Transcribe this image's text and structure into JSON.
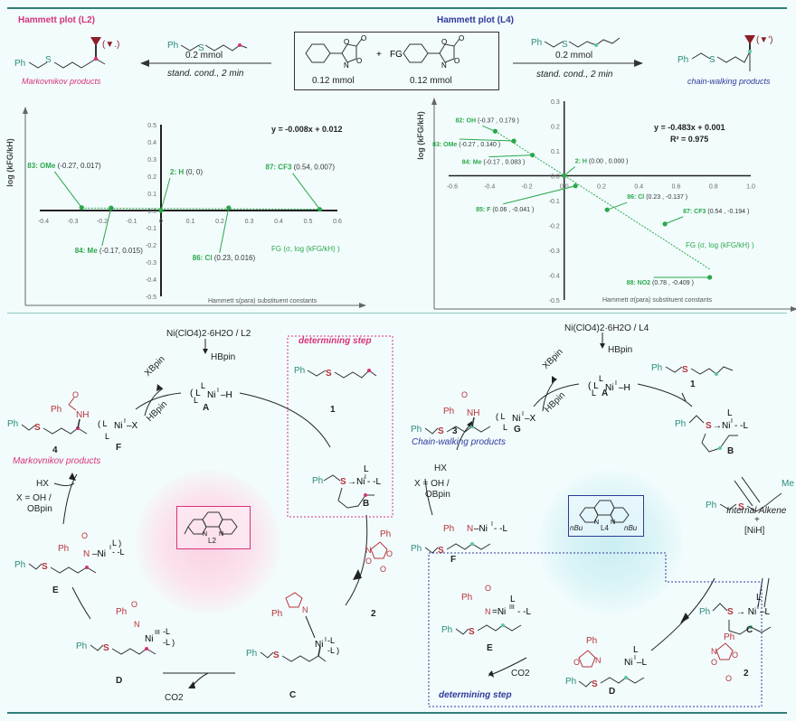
{
  "top_section": {
    "left_title": "Hammett plot (L2)",
    "right_title": "Hammett plot (L4)",
    "left_product_label": "Markovnikov products",
    "right_product_label": "chain-walking products",
    "substrate_amount_left": "0.2 mmol",
    "substrate_amount_right": "0.2 mmol",
    "conditions_left": "stand. cond., 2 min",
    "conditions_right": "stand. cond., 2 min",
    "reagent_box": {
      "left_amount": "0.12 mmol",
      "right_amount": "0.12 mmol",
      "plus": "+",
      "fg_label": "FG"
    },
    "ph": "Ph",
    "s": "S",
    "marker_left": "(▼.)",
    "marker_right": "(▼')"
  },
  "chart_data": [
    {
      "type": "scatter",
      "title": "Hammett plot (L2)",
      "xlabel": "Hammett s(para) substituent constants",
      "ylabel": "log (kFG/kH)",
      "xlim": [
        -0.4,
        0.6
      ],
      "ylim": [
        -0.5,
        0.5
      ],
      "x_ticks": [
        "-0.4",
        "-0.3",
        "-0.2",
        "-0.1",
        "0",
        "0.1",
        "0.2",
        "0.3",
        "0.4",
        "0.5",
        "0.6"
      ],
      "y_ticks": [
        "0.5",
        "0.4",
        "0.3",
        "0.2",
        "0.1",
        "0.0",
        "-0.1",
        "-0.2",
        "-0.3",
        "-0.4",
        "-0.5"
      ],
      "equation": "y = -0.008x + 0.012",
      "fit": {
        "slope": -0.008,
        "intercept": 0.012
      },
      "legend_text": "FG (σ, log (kFG/kH) )",
      "points": [
        {
          "id": "83",
          "fg": "OMe",
          "x": -0.27,
          "y": 0.017,
          "label": "83: OMe",
          "coords": "(-0.27, 0.017)"
        },
        {
          "id": "84",
          "fg": "Me",
          "x": -0.17,
          "y": 0.015,
          "label": "84: Me",
          "coords": "(-0.17, 0.015)"
        },
        {
          "id": "2",
          "fg": "H",
          "x": 0,
          "y": 0,
          "label": "2: H",
          "coords": "(0, 0)"
        },
        {
          "id": "86",
          "fg": "Cl",
          "x": 0.23,
          "y": 0.016,
          "label": "86: Cl",
          "coords": "(0.23, 0.016)"
        },
        {
          "id": "87",
          "fg": "CF3",
          "x": 0.54,
          "y": 0.007,
          "label": "87: CF3",
          "coords": "(0.54, 0.007)"
        }
      ]
    },
    {
      "type": "scatter",
      "title": "Hammett plot (L4)",
      "xlabel": "Hammett σ(para) substituent constants",
      "ylabel": "log (kFG/kH)",
      "xlim": [
        -0.6,
        1.0
      ],
      "ylim": [
        -0.5,
        0.3
      ],
      "x_ticks": [
        "-0.6",
        "-0.4",
        "-0.2",
        "0.0",
        "0.2",
        "0.4",
        "0.6",
        "0.8",
        "1.0"
      ],
      "y_ticks": [
        "0.3",
        "0.2",
        "0.1",
        "0.0",
        "-0.1",
        "-0.2",
        "-0.3",
        "-0.4",
        "-0.5"
      ],
      "equation": "y = -0.483x + 0.001",
      "r2": "R² = 0.975",
      "fit": {
        "slope": -0.483,
        "intercept": 0.001
      },
      "legend_text": "FG (σ, log (kFG/kH) )",
      "points": [
        {
          "id": "82",
          "fg": "OH",
          "x": -0.37,
          "y": 0.179,
          "label": "82: OH",
          "coords": "(-0.37 , 0.179 )"
        },
        {
          "id": "83",
          "fg": "OMe",
          "x": -0.27,
          "y": 0.14,
          "label": "83: OMe",
          "coords": "(-0.27 , 0.140 )"
        },
        {
          "id": "84",
          "fg": "Me",
          "x": -0.17,
          "y": 0.083,
          "label": "84: Me",
          "coords": "(-0.17 , 0.083 )"
        },
        {
          "id": "2",
          "fg": "H",
          "x": 0.0,
          "y": 0.0,
          "label": "2: H",
          "coords": "(0.00 , 0.000 )"
        },
        {
          "id": "85",
          "fg": "F",
          "x": 0.06,
          "y": -0.041,
          "label": "85: F",
          "coords": "(0.06 , -0.041 )"
        },
        {
          "id": "86",
          "fg": "Cl",
          "x": 0.23,
          "y": -0.137,
          "label": "86: Cl",
          "coords": "(0.23 , -0.137 )"
        },
        {
          "id": "87",
          "fg": "CF3",
          "x": 0.54,
          "y": -0.194,
          "label": "87: CF3",
          "coords": "(0.54 , -0.194 )"
        },
        {
          "id": "88",
          "fg": "NO2",
          "x": 0.78,
          "y": -0.409,
          "label": "88: NO2",
          "coords": "(0.78 , -0.409 )"
        }
      ]
    }
  ],
  "cycle_left": {
    "precatalyst": "Ni(ClO4)2·6H2O / L2",
    "hbpin": "HBpin",
    "xbpin": "XBpin",
    "hbpin2": "HBpin",
    "A": "A",
    "B": "B",
    "C": "C",
    "D": "D",
    "E": "E",
    "F": "F",
    "substrate_num": "1",
    "reagent_num": "2",
    "product_num": "4",
    "product_label": "Markovnikov products",
    "determining_step": "determining step",
    "hx": "HX",
    "x_def": "X = OH /",
    "x_def2": "OBpin",
    "co2": "CO2",
    "ligand": "L2",
    "nih": "Ni",
    "ni_x": "Ni"
  },
  "cycle_right": {
    "precatalyst": "Ni(ClO4)2·6H2O / L4",
    "hbpin": "HBpin",
    "xbpin": "XBpin",
    "hbpin2": "HBpin",
    "A": "A",
    "B": "B",
    "C": "C",
    "D": "D",
    "E": "E",
    "F": "F",
    "G": "G",
    "substrate_num": "1",
    "reagent_num": "2",
    "product_num": "3",
    "product_label": "Chain-walking products",
    "determining_step": "determining step",
    "hx": "HX",
    "x_def": "X = OH /",
    "x_def2": "OBpin",
    "co2": "CO2",
    "ligand": "L4",
    "nbu": "nBu",
    "internal_alkene": "Internal Alkene",
    "plus": "+",
    "nih": "[NiH]",
    "me": "Me"
  },
  "colors": {
    "rule": "#2f7f78",
    "pink": "#d8327a",
    "blue": "#2f3a9a",
    "green": "#2aa84a",
    "teal": "#2a8a7a",
    "red": "#b8323a",
    "triangle": "#8a1f2a"
  }
}
